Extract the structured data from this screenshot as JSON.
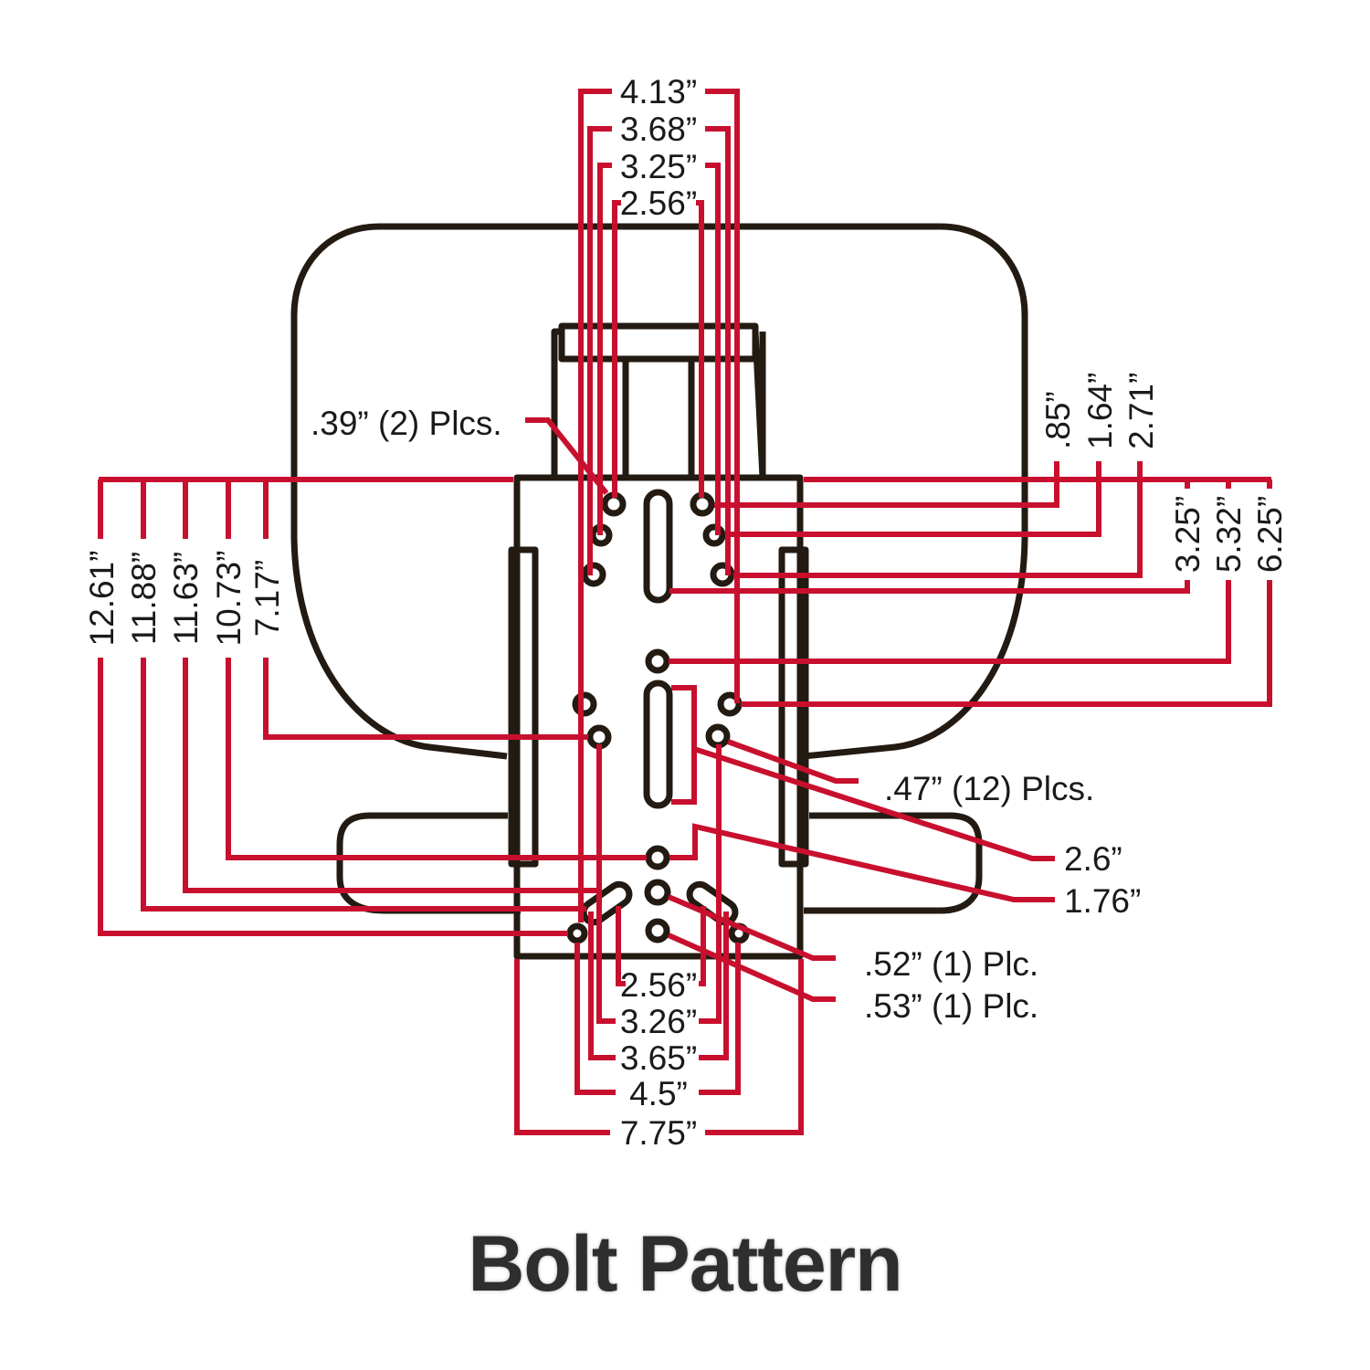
{
  "title": "Bolt Pattern",
  "colors": {
    "outline": "#231a12",
    "dimension_line": "#c8102e",
    "text": "#1a1a1a",
    "background": "#ffffff"
  },
  "dimensions": {
    "top_widths": [
      "4.13”",
      "3.68”",
      "3.25”",
      "2.56”"
    ],
    "bottom_widths": [
      "2.56”",
      "3.26”",
      "3.65”",
      "4.5”",
      "7.75”"
    ],
    "left_depths": [
      "12.61”",
      "11.88”",
      "11.63”",
      "10.73”",
      "7.17”"
    ],
    "right_top_depths": [
      ".85”",
      "1.64”",
      "2.71”"
    ],
    "right_depths": [
      "3.25”",
      "5.32”",
      "6.25”"
    ],
    "slot_lengths": [
      "2.6”",
      "1.76”"
    ]
  },
  "callouts": {
    "hole_039": ".39” (2) Plcs.",
    "hole_047": ".47” (12) Plcs.",
    "hole_052": ".52” (1) Plc.",
    "hole_053": ".53” (1) Plc."
  }
}
